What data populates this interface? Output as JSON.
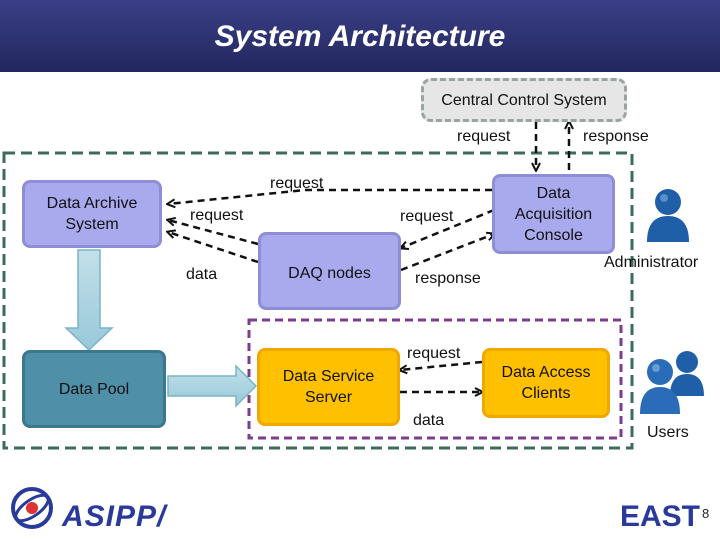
{
  "title": "System Architecture",
  "nodes": {
    "central_control": "Central Control System",
    "data_archive": "Data Archive System",
    "data_acquisition": "Data Acquisition Console",
    "daq_nodes": "DAQ nodes",
    "data_pool": "Data Pool",
    "data_service": "Data Service Server",
    "data_access": "Data Access Clients"
  },
  "edge_labels": {
    "central_request": "request",
    "central_response": "response",
    "archive_request_top": "request",
    "archive_request": "request",
    "daq_request": "request",
    "daq_response": "response",
    "daq_data": "data",
    "service_request": "request",
    "service_data": "data"
  },
  "actors": {
    "administrator": "Administrator",
    "users": "Users"
  },
  "footer": {
    "org": "ASIPP/",
    "project": "EAST",
    "page_number": "8"
  },
  "colors": {
    "header": "#2b2f70",
    "archive_fill": "#a9a9ee",
    "pool_fill": "#4f8fa8",
    "service_fill": "#ffc000",
    "control_fill": "#e6e6e6",
    "outer_border": "#3d6b5a",
    "inner_border": "#7a3e8c",
    "footer_text": "#2a3a9a"
  }
}
